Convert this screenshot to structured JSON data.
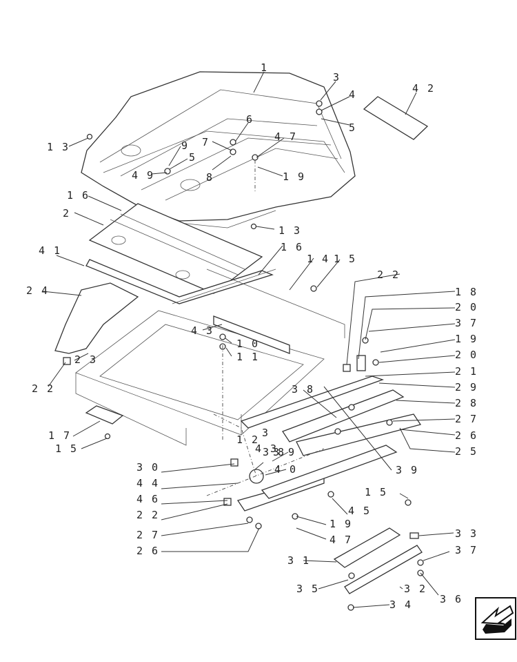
{
  "callouts": [
    {
      "id": "c1",
      "text": "1"
    },
    {
      "id": "c2",
      "text": "2"
    },
    {
      "id": "c3",
      "text": "3"
    },
    {
      "id": "c4",
      "text": "4"
    },
    {
      "id": "c5a",
      "text": "5"
    },
    {
      "id": "c5b",
      "text": "5"
    },
    {
      "id": "c6",
      "text": "6"
    },
    {
      "id": "c7",
      "text": "7"
    },
    {
      "id": "c8",
      "text": "8"
    },
    {
      "id": "c9a",
      "text": "9"
    },
    {
      "id": "c9b",
      "text": "4 9"
    },
    {
      "id": "c10",
      "text": "1 0"
    },
    {
      "id": "c11",
      "text": "1 1"
    },
    {
      "id": "c12",
      "text": "1 2"
    },
    {
      "id": "c13a",
      "text": "1 3"
    },
    {
      "id": "c13b",
      "text": "1 3"
    },
    {
      "id": "c14",
      "text": "1 4"
    },
    {
      "id": "c15a",
      "text": "1 5"
    },
    {
      "id": "c15b",
      "text": "1 5"
    },
    {
      "id": "c15c",
      "text": "1 5"
    },
    {
      "id": "c16a",
      "text": "1 6"
    },
    {
      "id": "c16b",
      "text": "1 6"
    },
    {
      "id": "c17",
      "text": "1 7"
    },
    {
      "id": "c18",
      "text": "1 8"
    },
    {
      "id": "c19a",
      "text": "1 9"
    },
    {
      "id": "c19b",
      "text": "1 9"
    },
    {
      "id": "c19c",
      "text": "1 9"
    },
    {
      "id": "c20a",
      "text": "2 0"
    },
    {
      "id": "c20b",
      "text": "2 0"
    },
    {
      "id": "c21",
      "text": "2 1"
    },
    {
      "id": "c22a",
      "text": "2 2"
    },
    {
      "id": "c22b",
      "text": "2 2"
    },
    {
      "id": "c22c",
      "text": "2 2"
    },
    {
      "id": "c23a",
      "text": "2 3"
    },
    {
      "id": "c23b",
      "text": "3"
    },
    {
      "id": "c24",
      "text": "2 4"
    },
    {
      "id": "c25",
      "text": "2 5"
    },
    {
      "id": "c26a",
      "text": "2 6"
    },
    {
      "id": "c26b",
      "text": "2 6"
    },
    {
      "id": "c27a",
      "text": "2 7"
    },
    {
      "id": "c27b",
      "text": "2 7"
    },
    {
      "id": "c28",
      "text": "2 8"
    },
    {
      "id": "c29",
      "text": "2 9"
    },
    {
      "id": "c30",
      "text": "3 0"
    },
    {
      "id": "c31",
      "text": "3 1"
    },
    {
      "id": "c32",
      "text": "3 2"
    },
    {
      "id": "c33",
      "text": "3 3"
    },
    {
      "id": "c34",
      "text": "3 4"
    },
    {
      "id": "c35",
      "text": "3 5"
    },
    {
      "id": "c36",
      "text": "3 6"
    },
    {
      "id": "c37a",
      "text": "3 7"
    },
    {
      "id": "c37b",
      "text": "3 7"
    },
    {
      "id": "c38a",
      "text": "3 8"
    },
    {
      "id": "c38b",
      "text": "3 8"
    },
    {
      "id": "c39a",
      "text": "3 9"
    },
    {
      "id": "c39b",
      "text": "3 9"
    },
    {
      "id": "c40",
      "text": "4 0"
    },
    {
      "id": "c41",
      "text": "4 1"
    },
    {
      "id": "c42",
      "text": "4 2"
    },
    {
      "id": "c43a",
      "text": "4 3"
    },
    {
      "id": "c43b",
      "text": "4 3"
    },
    {
      "id": "c44",
      "text": "4 4"
    },
    {
      "id": "c45",
      "text": "4 5"
    },
    {
      "id": "c46",
      "text": "4 6"
    },
    {
      "id": "c47a",
      "text": "4 7"
    },
    {
      "id": "c47b",
      "text": "4 7"
    }
  ],
  "icon": "direction-arrow-icon"
}
